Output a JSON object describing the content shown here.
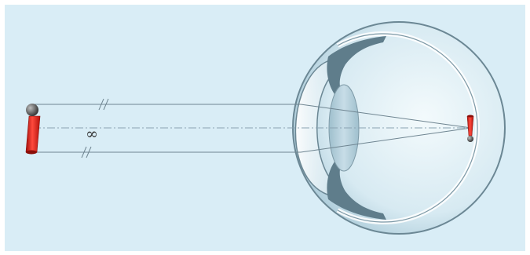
{
  "diagram": {
    "infinity_label": "∞",
    "colors": {
      "background": "#d9edf6",
      "ray": "#6f8591",
      "axis": "#8aa3b2",
      "eye_fill": "#e6f3f8",
      "eye_outline": "#6b8794",
      "iris": "#5f7d8b",
      "lens": "#b9d3df",
      "object_red": "#e0231c",
      "object_ball": "#4b4b4b"
    },
    "icons": [
      "object-figure",
      "image-figure",
      "parallel-break-mark"
    ]
  }
}
